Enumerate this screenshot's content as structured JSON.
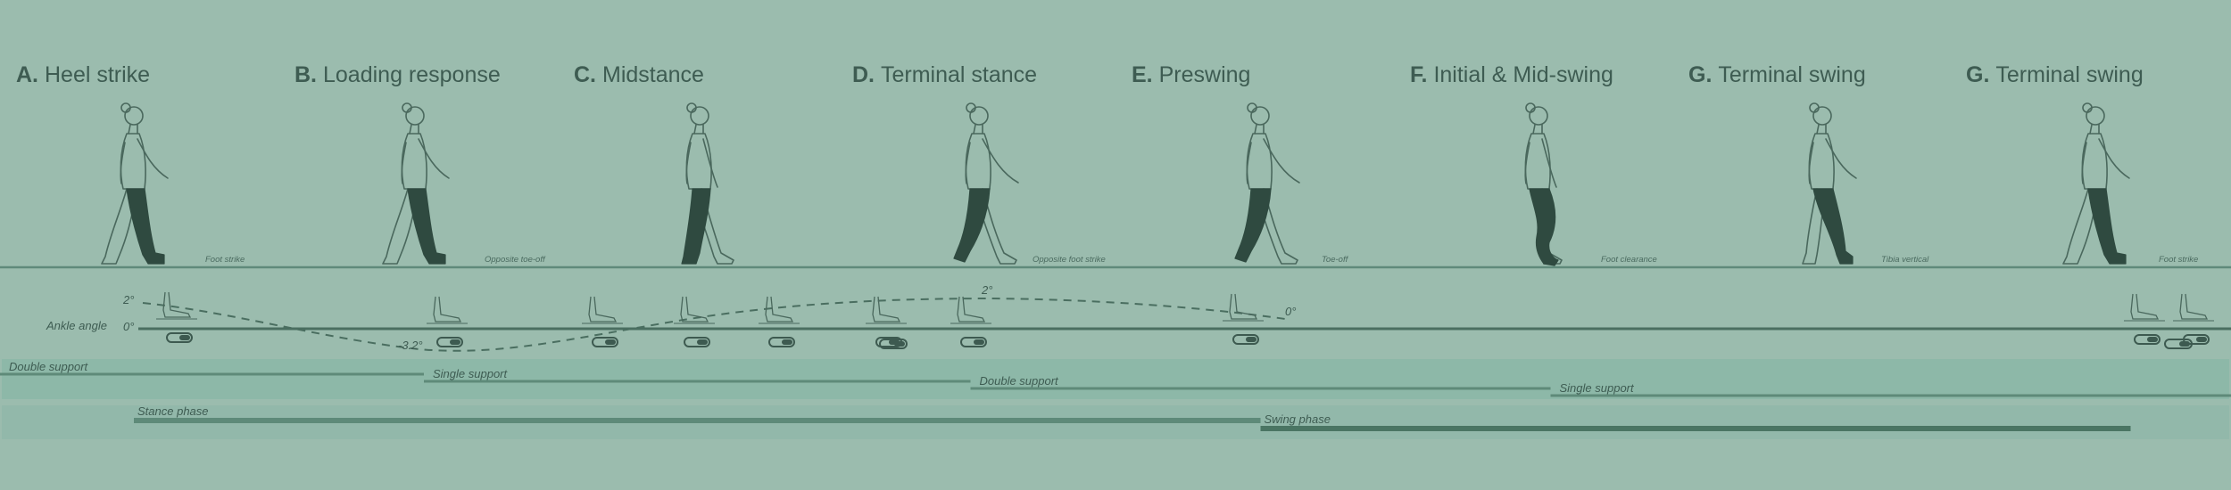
{
  "phases": [
    {
      "letter": "A.",
      "title": "Heel strike",
      "event": "Foot strike",
      "active_leg": "front"
    },
    {
      "letter": "B.",
      "title": "Loading response",
      "event": "Opposite toe-off",
      "active_leg": "front"
    },
    {
      "letter": "C.",
      "title": "Midstance",
      "event": "",
      "active_leg": "under"
    },
    {
      "letter": "D.",
      "title": "Terminal stance",
      "event": "Opposite foot strike",
      "active_leg": "back"
    },
    {
      "letter": "E.",
      "title": "Preswing",
      "event": "Toe-off",
      "active_leg": "back"
    },
    {
      "letter": "F.",
      "title": "Initial & Mid-swing",
      "event": "Foot clearance",
      "active_leg": "swing"
    },
    {
      "letter": "G.",
      "title": "Terminal swing",
      "event": "Tibia vertical",
      "active_leg": "swing-front"
    },
    {
      "letter": "G.",
      "title": "Terminal swing",
      "event": "Foot strike",
      "active_leg": "front"
    }
  ],
  "ankle": {
    "label": "Ankle angle",
    "zero_label": "0°",
    "plus2_left": "2°",
    "minus32": "-3.2°",
    "plus2_mid": "2°",
    "zero_right": "0°"
  },
  "support": [
    {
      "label": "Double support",
      "start": 0.0,
      "end": 0.19
    },
    {
      "label": "Single support",
      "start": 0.19,
      "end": 0.435
    },
    {
      "label": "Double support",
      "start": 0.435,
      "end": 0.695
    },
    {
      "label": "Single support",
      "start": 0.695,
      "end": 1.0
    }
  ],
  "gait_phases": [
    {
      "label": "Stance phase",
      "start": 0.06,
      "end": 0.565
    },
    {
      "label": "Swing phase",
      "start": 0.565,
      "end": 0.955
    }
  ],
  "colors": {
    "background": "#9bbcae",
    "leg": "#2f4a40",
    "outline": "#4a685d",
    "baseline": "#5f8a7b",
    "band1": "#8db8a8",
    "band2": "#92b8aa",
    "bar_dark": "#5e8a79",
    "bar_darker": "#4a7563"
  }
}
